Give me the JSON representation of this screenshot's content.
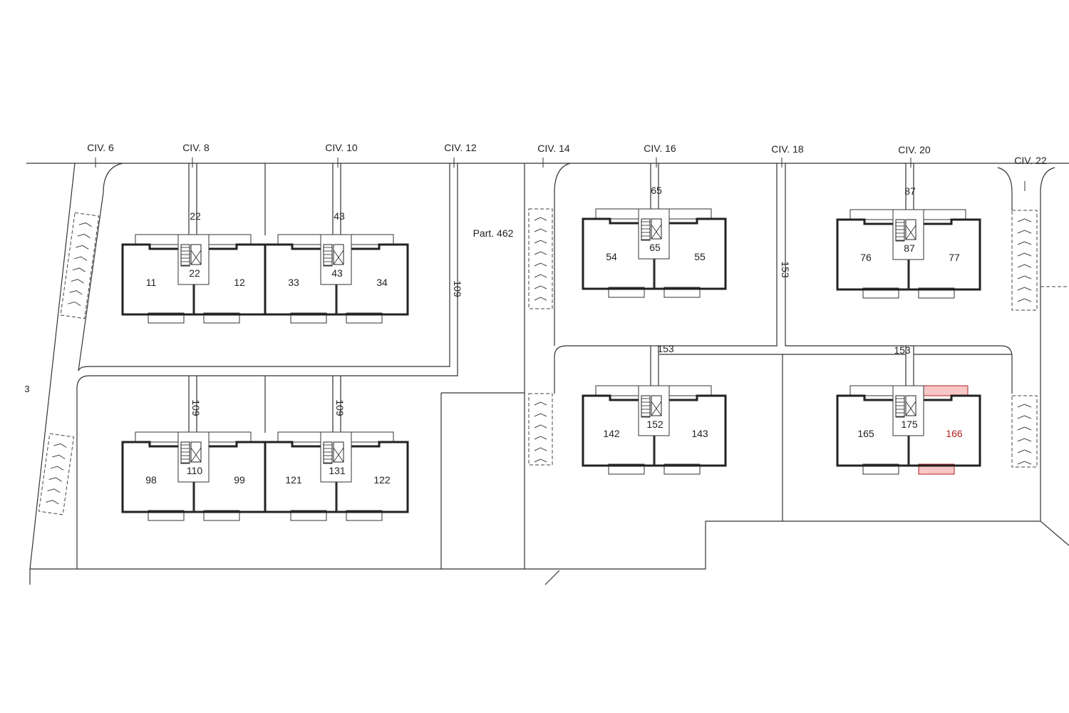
{
  "civics": [
    {
      "label": "CIV. 6"
    },
    {
      "label": "CIV. 8"
    },
    {
      "label": "CIV. 10"
    },
    {
      "label": "CIV. 12"
    },
    {
      "label": "CIV. 14"
    },
    {
      "label": "CIV. 16"
    },
    {
      "label": "CIV. 18"
    },
    {
      "label": "CIV. 20"
    },
    {
      "label": "CIV. 22"
    }
  ],
  "parcel_label": "Part. 462",
  "edge_mark": "3",
  "path_labels": [
    "22",
    "43",
    "65",
    "87",
    "109",
    "109",
    "109",
    "153",
    "153",
    "153"
  ],
  "buildings": [
    {
      "left": "11",
      "right": "12",
      "stair": "22"
    },
    {
      "left": "33",
      "right": "34",
      "stair": "43"
    },
    {
      "left": "98",
      "right": "99",
      "stair": "110"
    },
    {
      "left": "121",
      "right": "122",
      "stair": "131"
    },
    {
      "left": "54",
      "right": "55",
      "stair": "65"
    },
    {
      "left": "76",
      "right": "77",
      "stair": "87"
    },
    {
      "left": "142",
      "right": "143",
      "stair": "152"
    },
    {
      "left": "165",
      "right": "166",
      "stair": "175",
      "highlight": "right"
    }
  ],
  "colors": {
    "highlight_fill": "#f9c6c6",
    "highlight_stroke": "#b22222",
    "highlight_text": "#b22222"
  }
}
